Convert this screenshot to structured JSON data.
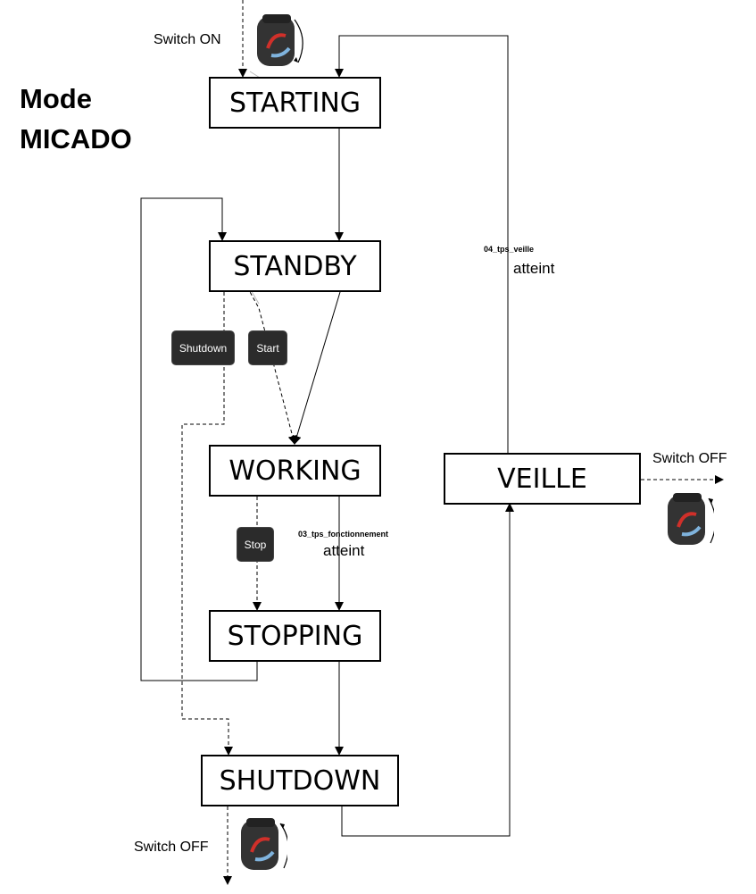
{
  "title": {
    "line1": "Mode",
    "line2": "MICADO"
  },
  "states": {
    "starting": "STARTING",
    "standby": "STANDBY",
    "working": "WORKING",
    "stopping": "STOPPING",
    "shutdown": "SHUTDOWN",
    "veille": "VEILLE"
  },
  "buttons": {
    "shutdown": "Shutdown",
    "start": "Start",
    "stop": "Stop"
  },
  "labels": {
    "switch_on": "Switch ON",
    "switch_off_bottom": "Switch OFF",
    "switch_off_right": "Switch OFF",
    "veille_param": "04_tps_veille",
    "veille_reached": "atteint",
    "fonct_param": "03_tps_fonctionnement",
    "fonct_reached": "atteint"
  },
  "icons": {
    "knob_top": "rotary-switch-knob-icon",
    "knob_right": "rotary-switch-knob-icon",
    "knob_bottom": "rotary-switch-knob-icon"
  },
  "colors": {
    "button_bg": "#2b2b2b",
    "knob_arrow_red": "#d0302a",
    "knob_arrow_blue": "#7fb3dd"
  }
}
